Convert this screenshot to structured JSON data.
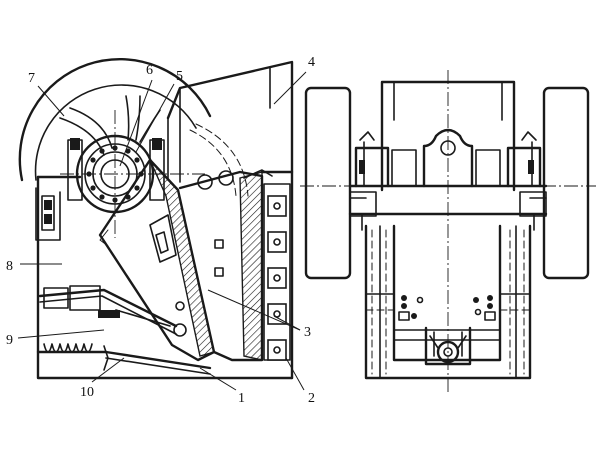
{
  "callouts": [
    {
      "id": "c1",
      "text": "1"
    },
    {
      "id": "c2",
      "text": "2"
    },
    {
      "id": "c3",
      "text": "3"
    },
    {
      "id": "c4",
      "text": "4"
    },
    {
      "id": "c5",
      "text": "5"
    },
    {
      "id": "c6",
      "text": "6"
    },
    {
      "id": "c7",
      "text": "7"
    },
    {
      "id": "c8",
      "text": "8"
    },
    {
      "id": "c9",
      "text": "9"
    },
    {
      "id": "c10",
      "text": "10"
    }
  ],
  "colors": {
    "ink": "#1a1a1a",
    "paper": "#ffffff"
  }
}
